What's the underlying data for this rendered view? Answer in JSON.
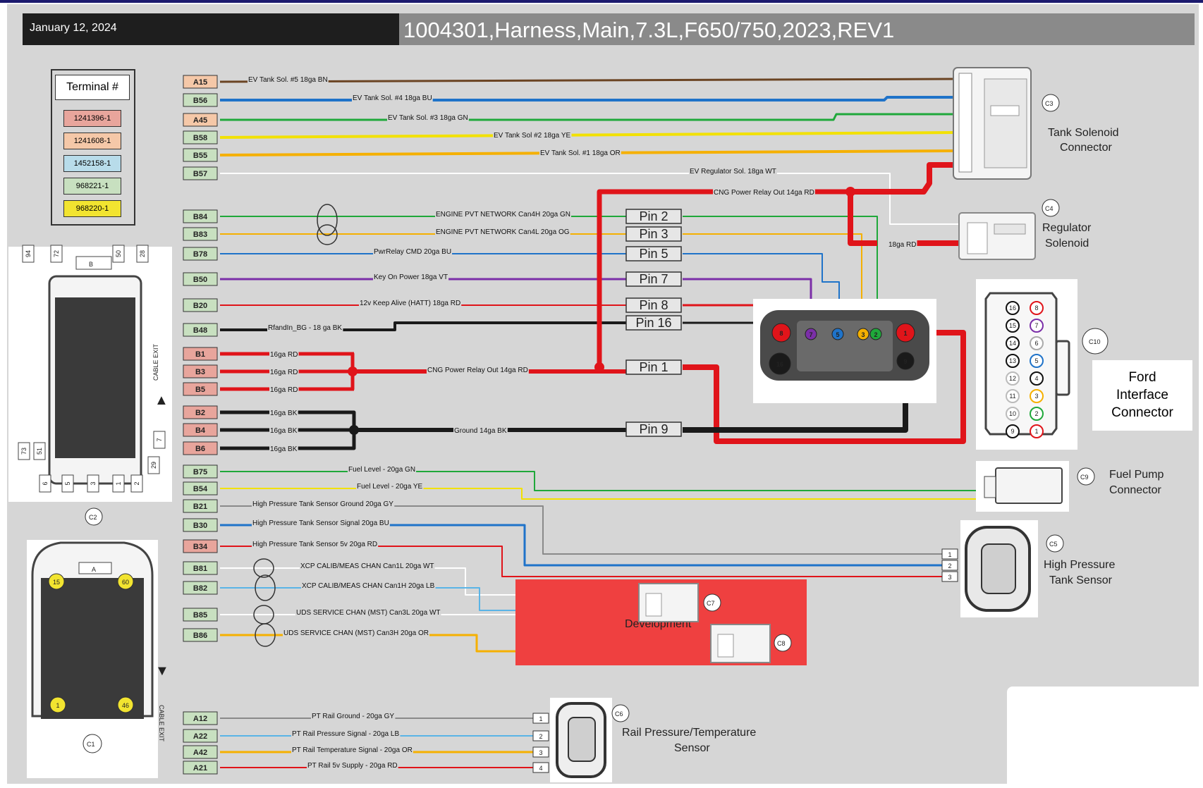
{
  "header": {
    "date": "January 12, 2024",
    "title": "1004301,Harness,Main,7.3L,F650/750,2023,REV1"
  },
  "legend": {
    "title": "Terminal #",
    "items": [
      {
        "label": "1241396-1",
        "color": "#e8a59c"
      },
      {
        "label": "1241608-1",
        "color": "#f5c8a8"
      },
      {
        "label": "1452158-1",
        "color": "#b8dcea"
      },
      {
        "label": "968221-1",
        "color": "#c8e0c0"
      },
      {
        "label": "968220-1",
        "color": "#f2e430"
      }
    ]
  },
  "colors": {
    "BN": "#6b4423",
    "BU": "#1f73c9",
    "GN": "#1fa83a",
    "YE": "#f2e100",
    "OR": "#f5b000",
    "WT": "#ffffff",
    "RD": "#e0141a",
    "OG": "#f5b000",
    "VT": "#7b2fa8",
    "BK": "#1a1a1a",
    "GY": "#8a8a8a",
    "LB": "#5ab4e6",
    "dev_area": "#ef4040"
  },
  "wires": [
    {
      "terminal": "A15",
      "tag_color": "#f5c8a8",
      "label": "EV Tank Sol. #5  18ga BN"
    },
    {
      "terminal": "B56",
      "tag_color": "#c8e0c0",
      "label": "EV Tank Sol. #4  18ga BU"
    },
    {
      "terminal": "A45",
      "tag_color": "#f5c8a8",
      "label": "EV Tank Sol. #3  18ga GN"
    },
    {
      "terminal": "B58",
      "tag_color": "#c8e0c0",
      "label": "EV Tank Sol  #2   18ga YE"
    },
    {
      "terminal": "B55",
      "tag_color": "#c8e0c0",
      "label": "EV Tank Sol. #1  18ga OR"
    },
    {
      "terminal": "B57",
      "tag_color": "#c8e0c0",
      "label": "EV Regulator Sol.  18ga WT"
    },
    {
      "terminal": "",
      "tag_color": "",
      "label": "CNG Power Relay Out 14ga RD"
    },
    {
      "terminal": "B84",
      "tag_color": "#c8e0c0",
      "label": "ENGINE PVT NETWORK Can4H  20ga GN"
    },
    {
      "terminal": "B83",
      "tag_color": "#c8e0c0",
      "label": "ENGINE PVT NETWORK Can4L  20ga OG"
    },
    {
      "terminal": "B78",
      "tag_color": "#c8e0c0",
      "label": "PwrRelay CMD  20ga BU"
    },
    {
      "terminal": "B50",
      "tag_color": "#c8e0c0",
      "label": "Key On Power  18ga VT"
    },
    {
      "terminal": "B20",
      "tag_color": "#c8e0c0",
      "label": "12v Keep Alive (HATT)  18ga RD"
    },
    {
      "terminal": "B48",
      "tag_color": "#c8e0c0",
      "label": "RfandIn_BG -  18 ga BK"
    },
    {
      "terminal": "B1",
      "tag_color": "#e8a59c",
      "label": "16ga RD"
    },
    {
      "terminal": "B3",
      "tag_color": "#e8a59c",
      "label": "16ga RD"
    },
    {
      "terminal": "B5",
      "tag_color": "#e8a59c",
      "label": "16ga RD"
    },
    {
      "terminal": "",
      "tag_color": "",
      "label": "CNG Power Relay Out   14ga RD"
    },
    {
      "terminal": "B2",
      "tag_color": "#e8a59c",
      "label": "16ga BK"
    },
    {
      "terminal": "B4",
      "tag_color": "#e8a59c",
      "label": "16ga BK"
    },
    {
      "terminal": "B6",
      "tag_color": "#e8a59c",
      "label": "16ga BK"
    },
    {
      "terminal": "",
      "tag_color": "",
      "label": "Ground   14ga BK"
    },
    {
      "terminal": "B75",
      "tag_color": "#c8e0c0",
      "label": "Fuel Level -  20ga GN"
    },
    {
      "terminal": "B54",
      "tag_color": "#c8e0c0",
      "label": "Fuel Level -  20ga YE"
    },
    {
      "terminal": "B21",
      "tag_color": "#c8e0c0",
      "label": "High Pressure Tank Sensor Ground  20ga GY"
    },
    {
      "terminal": "B30",
      "tag_color": "#c8e0c0",
      "label": "High Pressure Tank Sensor Signal  20ga BU"
    },
    {
      "terminal": "B34",
      "tag_color": "#e8a59c",
      "label": "High Pressure Tank Sensor 5v  20ga RD"
    },
    {
      "terminal": "B81",
      "tag_color": "#c8e0c0",
      "label": "XCP CALIB/MEAS CHAN Can1L  20ga WT"
    },
    {
      "terminal": "B82",
      "tag_color": "#c8e0c0",
      "label": "XCP CALIB/MEAS CHAN Can1H  20ga LB"
    },
    {
      "terminal": "B85",
      "tag_color": "#c8e0c0",
      "label": "UDS SERVICE CHAN (MST) Can3L  20ga WT"
    },
    {
      "terminal": "B86",
      "tag_color": "#c8e0c0",
      "label": "UDS SERVICE CHAN (MST) Can3H  20ga OR"
    },
    {
      "terminal": "A12",
      "tag_color": "#c8e0c0",
      "label": "PT Rail  Ground - 20ga GY"
    },
    {
      "terminal": "A22",
      "tag_color": "#c8e0c0",
      "label": "PT Rail Pressure Signal - 20ga LB"
    },
    {
      "terminal": "A42",
      "tag_color": "#c8e0c0",
      "label": "PT Rail Temperature Signal - 20ga OR"
    },
    {
      "terminal": "A21",
      "tag_color": "#c8e0c0",
      "label": "PT Rail 5v Supply - 20ga RD"
    },
    {
      "terminal": "",
      "tag_color": "",
      "label": "18ga RD"
    }
  ],
  "pins": [
    "Pin 2",
    "Pin 3",
    "Pin 5",
    "Pin 7",
    "Pin 8",
    "Pin 16",
    "Pin 1",
    "Pin 9"
  ],
  "connectors": {
    "c3": {
      "id": "C3",
      "label_lines": [
        "Tank Solenoid",
        "Connector"
      ]
    },
    "c4": {
      "id": "C4",
      "label_lines": [
        "Regulator",
        "Solenoid"
      ]
    },
    "c10": {
      "id": "C10"
    },
    "ford": {
      "label_lines": [
        "Ford",
        "Interface",
        "Connector"
      ]
    },
    "c9": {
      "id": "C9",
      "label_lines": [
        "Fuel Pump",
        "Connector"
      ]
    },
    "c5": {
      "id": "C5",
      "label_lines": [
        "High Pressure",
        "Tank Sensor"
      ]
    },
    "c7": {
      "id": "C7"
    },
    "c8": {
      "id": "C8"
    },
    "c6": {
      "id": "C6",
      "label_lines": [
        "Rail Pressure/Temperature",
        "Sensor"
      ]
    },
    "c2": {
      "id": "C2",
      "block": "B",
      "cable_exit": "CABLE EXIT",
      "pins": [
        "94",
        "72",
        "50",
        "28",
        "73",
        "51",
        "29",
        "6",
        "5",
        "3",
        "1",
        "2",
        "7"
      ]
    },
    "c1": {
      "id": "C1",
      "block": "A",
      "cable_exit": "CABLE EXIT",
      "pins": [
        "15",
        "60",
        "1",
        "46"
      ]
    },
    "dev_label": "Development",
    "sensor_pins": [
      "1",
      "2",
      "3",
      "4"
    ],
    "relay_pins": [
      "8",
      "7",
      "5",
      "3",
      "2",
      "1",
      "16",
      "9"
    ],
    "c10_pins": [
      "16",
      "8",
      "15",
      "7",
      "14",
      "6",
      "13",
      "5",
      "12",
      "4",
      "11",
      "3",
      "10",
      "2",
      "9",
      "1"
    ]
  }
}
